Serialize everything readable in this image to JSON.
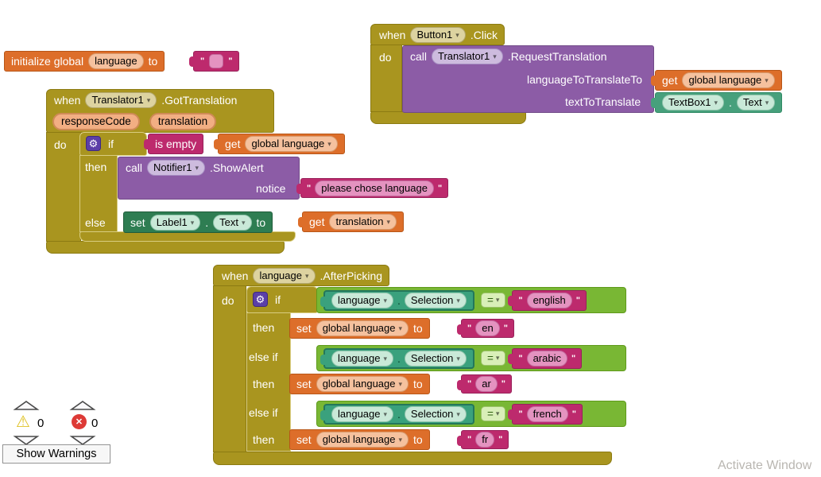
{
  "ui": {
    "labels": {
      "when": "when",
      "do": "do",
      "if": "if",
      "then": "then",
      "else": "else",
      "else_if": "else if",
      "call": "call",
      "get": "get",
      "set": "set",
      "to": "to",
      "is_empty": "is empty",
      "dot": ".",
      "quote": "\""
    },
    "icons": {
      "dropdown": "▾",
      "gear": "⚙",
      "warning": "⚠",
      "error": "✕"
    },
    "warning_panel": {
      "warning_count": "0",
      "error_count": "0",
      "show_warnings_label": "Show Warnings"
    },
    "watermark": "Activate Window"
  },
  "blocks": {
    "init_global": {
      "keyword": "initialize global",
      "var_name": "language",
      "empty_value": ""
    },
    "got_translation": {
      "component": "Translator1",
      "event": ".GotTranslation",
      "params": {
        "p1": "responseCode",
        "p2": "translation"
      },
      "is_empty_getter": {
        "name": "global language"
      },
      "alert_call": {
        "component": "Notifier1",
        "method": ".ShowAlert",
        "arg_label": "notice",
        "arg_value": "please chose language"
      },
      "else_setter": {
        "component": "Label1",
        "prop": "Text"
      },
      "value_getter": {
        "name": "translation"
      }
    },
    "button_click": {
      "component": "Button1",
      "event": ".Click",
      "request_call": {
        "component": "Translator1",
        "method": ".RequestTranslation",
        "arg1_label": "languageToTranslateTo",
        "arg2_label": "textToTranslate"
      },
      "arg1_getter": {
        "name": "global language"
      },
      "arg2_getter": {
        "component": "TextBox1",
        "prop": "Text"
      }
    },
    "after_picking": {
      "component": "language",
      "event": ".AfterPicking",
      "branches": [
        {
          "cond_component": "language",
          "cond_prop": "Selection",
          "op": "=",
          "match": "english",
          "set_var": "global language",
          "set_value": "en"
        },
        {
          "cond_component": "language",
          "cond_prop": "Selection",
          "op": "=",
          "match": "arabic",
          "set_var": "global language",
          "set_value": "ar"
        },
        {
          "cond_component": "language",
          "cond_prop": "Selection",
          "op": "=",
          "match": "french",
          "set_var": "global language",
          "set_value": "fr"
        }
      ]
    }
  }
}
